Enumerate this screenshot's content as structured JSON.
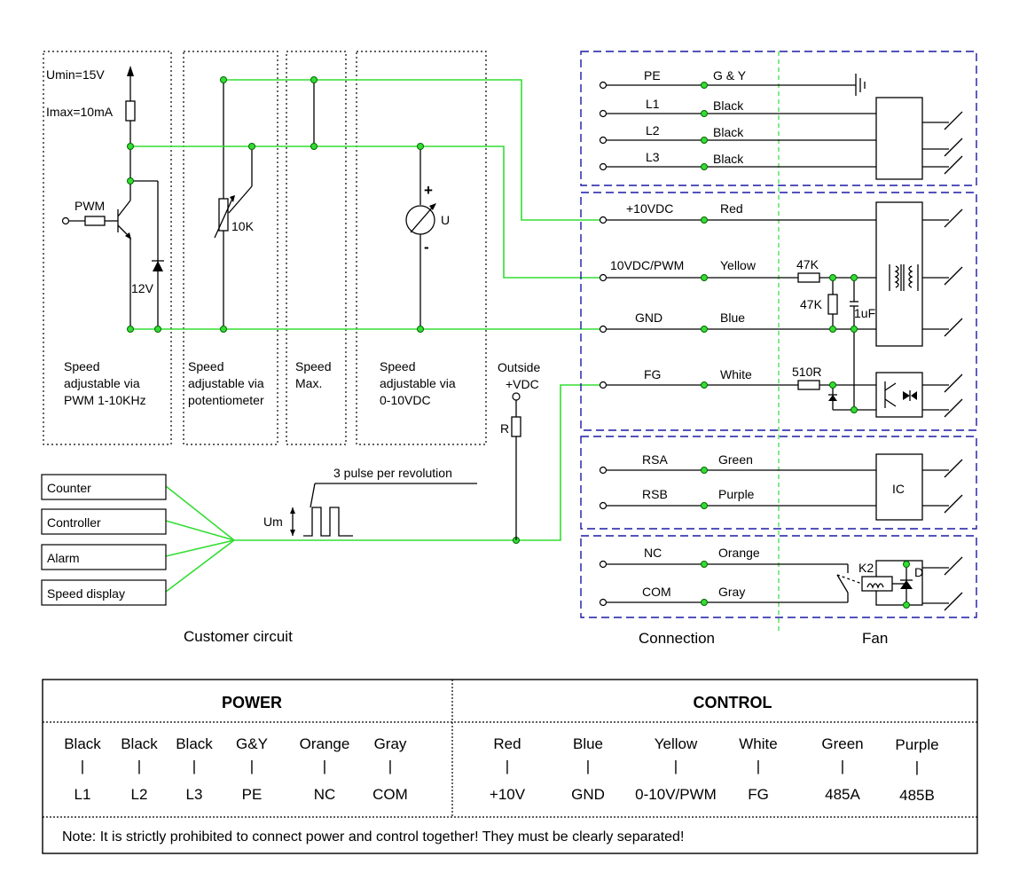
{
  "customer": {
    "umin": "Umin=15V",
    "imax": "Imax=10mA",
    "pwm": "PWM",
    "zener": "12V",
    "pot": "10K",
    "meter": "U",
    "plus": "+",
    "minus": "-",
    "box1": [
      "Speed",
      "adjustable via",
      "PWM 1-10KHz"
    ],
    "box2": [
      "Speed",
      "adjustable via",
      "potentiometer"
    ],
    "box3": [
      "Speed",
      "Max."
    ],
    "box4": [
      "Speed",
      "adjustable via",
      "0-10VDC"
    ],
    "outside": [
      "Outside",
      "+VDC"
    ],
    "r": "R",
    "pulse": "3 pulse per revolution",
    "um": "Um",
    "devices": [
      "Counter",
      "Controller",
      "Alarm",
      "Speed display"
    ],
    "caption": "Customer circuit"
  },
  "connection": {
    "rows": [
      {
        "signal": "PE",
        "color": "G & Y"
      },
      {
        "signal": "L1",
        "color": "Black"
      },
      {
        "signal": "L2",
        "color": "Black"
      },
      {
        "signal": "L3",
        "color": "Black"
      },
      {
        "signal": "+10VDC",
        "color": "Red"
      },
      {
        "signal": "10VDC/PWM",
        "color": "Yellow"
      },
      {
        "signal": "GND",
        "color": "Blue"
      },
      {
        "signal": "FG",
        "color": "White"
      },
      {
        "signal": "RSA",
        "color": "Green"
      },
      {
        "signal": "RSB",
        "color": "Purple"
      },
      {
        "signal": "NC",
        "color": "Orange"
      },
      {
        "signal": "COM",
        "color": "Gray"
      }
    ],
    "r47a": "47K",
    "r47b": "47K",
    "cap": "1uF",
    "r510": "510R",
    "ic": "IC",
    "k2": "K2",
    "d": "D",
    "caption": "Connection"
  },
  "fan": {
    "caption": "Fan"
  },
  "table": {
    "power_header": "POWER",
    "control_header": "CONTROL",
    "power": [
      {
        "color": "Black",
        "bar": "|",
        "label": "L1"
      },
      {
        "color": "Black",
        "bar": "|",
        "label": "L2"
      },
      {
        "color": "Black",
        "bar": "|",
        "label": "L3"
      },
      {
        "color": "G&Y",
        "bar": "|",
        "label": "PE"
      },
      {
        "color": "Orange",
        "bar": "|",
        "label": "NC"
      },
      {
        "color": "Gray",
        "bar": "|",
        "label": "COM"
      }
    ],
    "control": [
      {
        "color": "Red",
        "bar": "|",
        "label": "+10V"
      },
      {
        "color": "Blue",
        "bar": "|",
        "label": "GND"
      },
      {
        "color": "Yellow",
        "bar": "|",
        "label": "0-10V/PWM"
      },
      {
        "color": "White",
        "bar": "|",
        "label": "FG"
      },
      {
        "color": "Green",
        "bar": "|",
        "label": "485A"
      },
      {
        "color": "Purple",
        "bar": "|",
        "label": "485B"
      }
    ],
    "note": "Note: It is strictly prohibited to connect power and control together!  They must be clearly separated!"
  }
}
